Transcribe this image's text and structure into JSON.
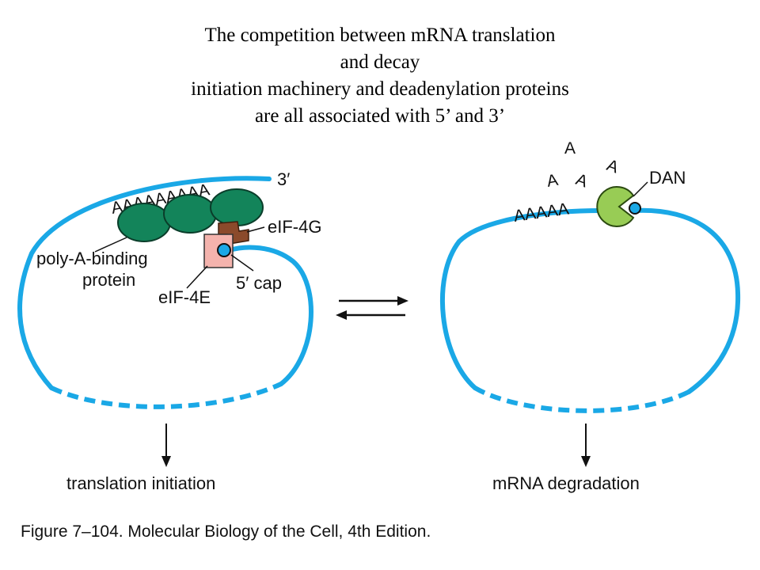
{
  "title": {
    "lines": [
      "The competition between mRNA translation",
      "and decay",
      "initiation machinery and deadenylation proteins",
      "are all associated with 5’ and 3’"
    ]
  },
  "left_panel": {
    "polyA_tail": "AAAAAAAAA",
    "three_prime": "3′",
    "eif4g": "eIF-4G",
    "pabp_line1": "poly-A-binding",
    "pabp_line2": "protein",
    "eif4e": "eIF-4E",
    "five_prime_cap": "5′ cap",
    "outcome": "translation initiation"
  },
  "right_panel": {
    "released_A": [
      "A",
      "A",
      "A",
      "A"
    ],
    "polyA_tail": "AAAAA",
    "dan": "DAN",
    "outcome": "mRNA degradation"
  },
  "caption": "Figure 7–104. Molecular Biology of the Cell, 4th Edition.",
  "colors": {
    "mrna": "#1aa8e6",
    "pabp": "#13845a",
    "eif4g": "#8b4a2b",
    "eif4e": "#f4b3ad",
    "dan": "#98cc55",
    "cap": "#1aa8e6"
  }
}
